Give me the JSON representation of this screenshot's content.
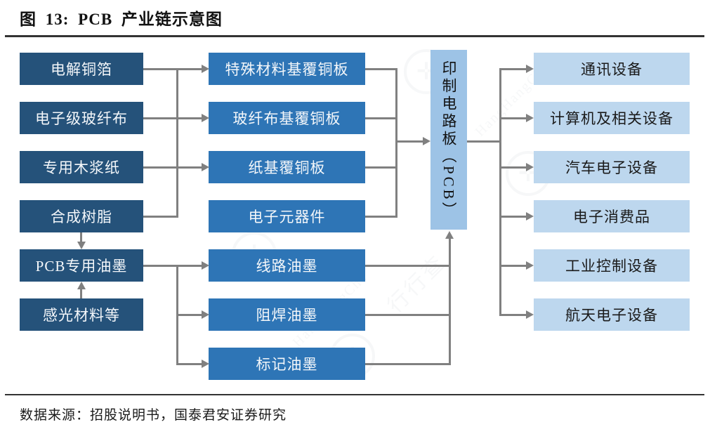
{
  "figure": {
    "title": "图 13: PCB 产业链示意图",
    "source": "数据来源：招股说明书，国泰君安证券研究"
  },
  "colors": {
    "upstream_box": "#25527a",
    "midstream_box": "#2e75b6",
    "core_box": "#9dc3e6",
    "application_box": "#bdd7ee",
    "connector_gray": "#808080",
    "rule_dark": "#333333"
  },
  "watermark": {
    "text_cn": "行行查",
    "text_en": "HangHangCha"
  },
  "diagram": {
    "left_column": [
      "电解铜箔",
      "电子级玻纤布",
      "专用木浆纸",
      "合成树脂",
      "PCB专用油墨",
      "感光材料等"
    ],
    "middle_column": [
      "特殊材料基覆铜板",
      "玻纤布基覆铜板",
      "纸基覆铜板",
      "电子元器件",
      "线路油墨",
      "阻焊油墨",
      "标记油墨"
    ],
    "center": "印制电路板（PCB）",
    "right_column": [
      "通讯设备",
      "计算机及相关设备",
      "汽车电子设备",
      "电子消费品",
      "工业控制设备",
      "航天电子设备"
    ]
  }
}
